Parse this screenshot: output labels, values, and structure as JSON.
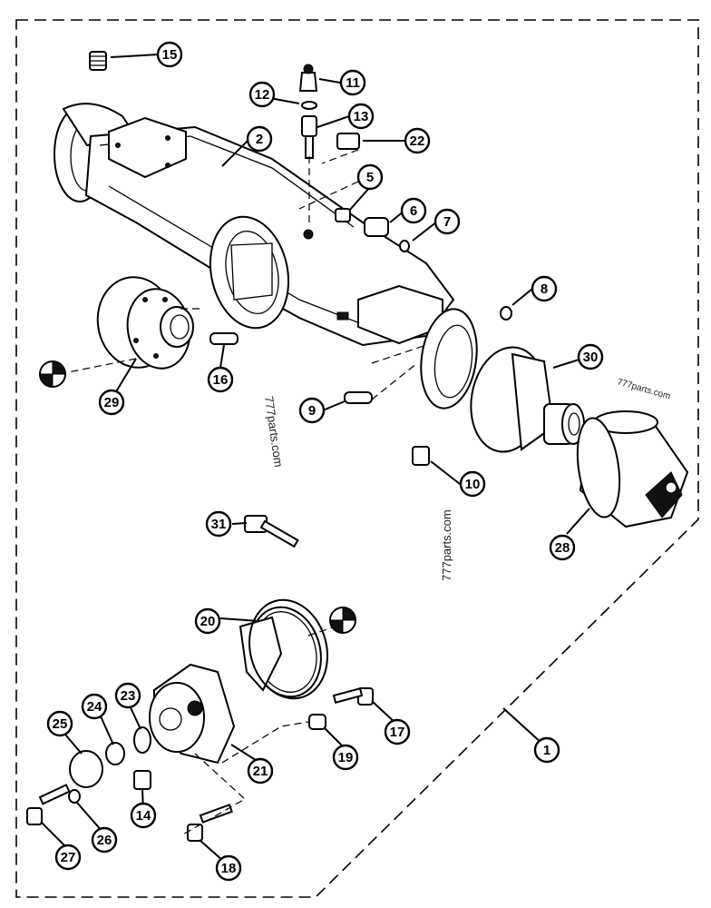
{
  "watermarks": [
    "777parts.com",
    "777parts.com",
    "777parts.com"
  ],
  "callouts": [
    {
      "id": "1",
      "label": "1"
    },
    {
      "id": "2",
      "label": "2"
    },
    {
      "id": "5",
      "label": "5"
    },
    {
      "id": "6",
      "label": "6"
    },
    {
      "id": "7",
      "label": "7"
    },
    {
      "id": "8",
      "label": "8"
    },
    {
      "id": "9",
      "label": "9"
    },
    {
      "id": "10",
      "label": "10"
    },
    {
      "id": "11",
      "label": "11"
    },
    {
      "id": "12",
      "label": "12"
    },
    {
      "id": "13",
      "label": "13"
    },
    {
      "id": "14",
      "label": "14"
    },
    {
      "id": "15",
      "label": "15"
    },
    {
      "id": "16",
      "label": "16"
    },
    {
      "id": "17",
      "label": "17"
    },
    {
      "id": "18",
      "label": "18"
    },
    {
      "id": "19",
      "label": "19"
    },
    {
      "id": "20",
      "label": "20"
    },
    {
      "id": "21",
      "label": "21"
    },
    {
      "id": "22",
      "label": "22"
    },
    {
      "id": "23",
      "label": "23"
    },
    {
      "id": "24",
      "label": "24"
    },
    {
      "id": "25",
      "label": "25"
    },
    {
      "id": "26",
      "label": "26"
    },
    {
      "id": "27",
      "label": "27"
    },
    {
      "id": "28",
      "label": "28"
    },
    {
      "id": "29",
      "label": "29"
    },
    {
      "id": "30",
      "label": "30"
    },
    {
      "id": "31",
      "label": "31"
    }
  ]
}
